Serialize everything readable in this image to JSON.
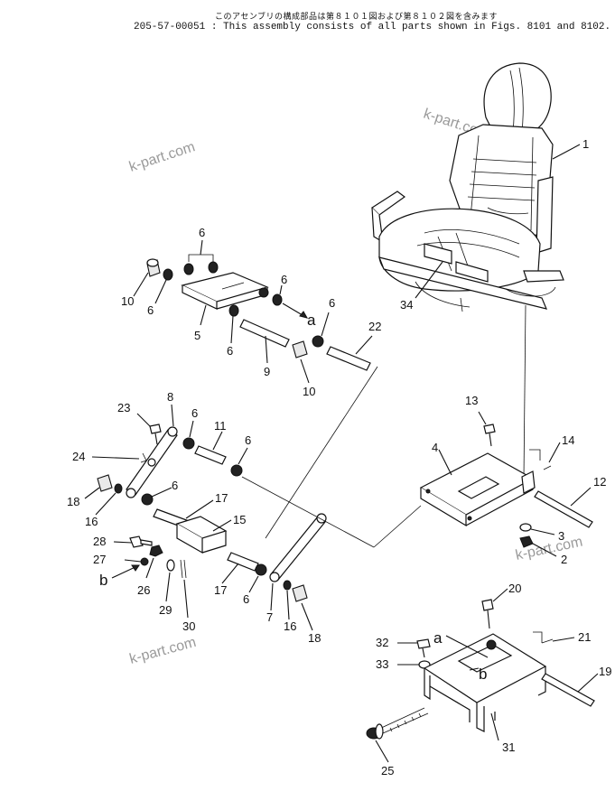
{
  "header": {
    "jp_note": "このアセンブリの構成部品は第８１０１図および第８１０２図を含みます",
    "en_note": "205-57-00051 : This assembly consists of all parts shown in Figs. 8101 and 8102."
  },
  "watermark": "k-part.com",
  "callouts": {
    "n1": "1",
    "n2": "2",
    "n3": "3",
    "n4": "4",
    "n5": "5",
    "n6": "6",
    "n7": "7",
    "n8": "8",
    "n9": "9",
    "n10": "10",
    "n11": "11",
    "n12": "12",
    "n13": "13",
    "n14": "14",
    "n15": "15",
    "n16": "16",
    "n17": "17",
    "n18": "18",
    "n19": "19",
    "n20": "20",
    "n21": "21",
    "n22": "22",
    "n23": "23",
    "n24": "24",
    "n25": "25",
    "n26": "26",
    "n27": "27",
    "n28": "28",
    "n29": "29",
    "n30": "30",
    "n31": "31",
    "n32": "32",
    "n33": "33",
    "n34": "34",
    "a": "a",
    "b": "b"
  }
}
